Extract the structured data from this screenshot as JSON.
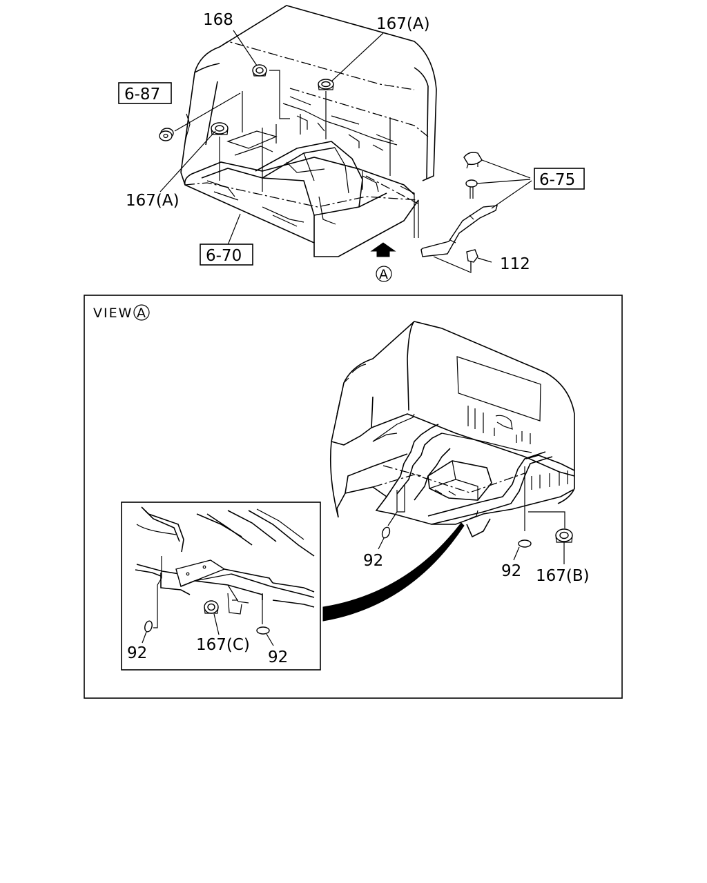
{
  "callouts": {
    "c168": "168",
    "c167a_top": "167(A)",
    "c687": "6-87",
    "c167a_left": "167(A)",
    "c670": "6-70",
    "c675": "6-75",
    "c112": "112",
    "view_marker": "A",
    "view_title": "VIEW",
    "view_letter": "A",
    "c92_a": "92",
    "c92_b": "92",
    "c167b": "167(B)",
    "c92_c": "92",
    "c167c": "167(C)",
    "c92_d": "92"
  }
}
